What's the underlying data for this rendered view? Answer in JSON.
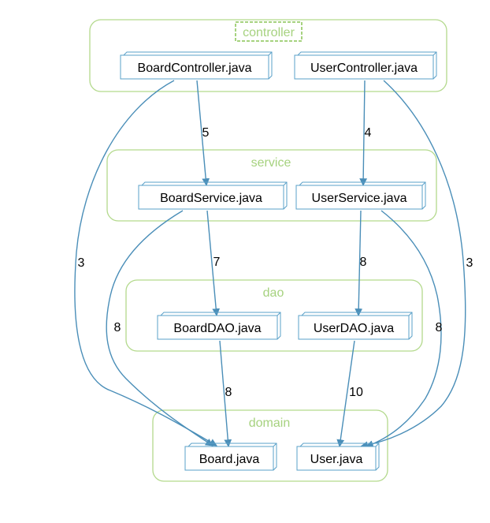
{
  "packages": {
    "controller": "controller",
    "service": "service",
    "dao": "dao",
    "domain": "domain"
  },
  "classes": {
    "board_controller": "BoardController.java",
    "user_controller": "UserController.java",
    "board_service": "BoardService.java",
    "user_service": "UserService.java",
    "board_dao": "BoardDAO.java",
    "user_dao": "UserDAO.java",
    "board": "Board.java",
    "user": "User.java"
  },
  "dependencies": {
    "board_controller_to_board_service": "5",
    "user_controller_to_user_service": "4",
    "board_controller_to_board": "3",
    "user_controller_to_user": "3",
    "board_service_to_board_dao": "7",
    "user_service_to_user_dao": "8",
    "board_service_to_board": "8",
    "user_service_to_user": "8",
    "board_dao_to_board": "8",
    "user_dao_to_user": "10"
  },
  "colors": {
    "package_border": "#b3d98c",
    "package_label": "#a6d27f",
    "node_border": "#5aa0c8",
    "edge": "#4a8eb8"
  }
}
